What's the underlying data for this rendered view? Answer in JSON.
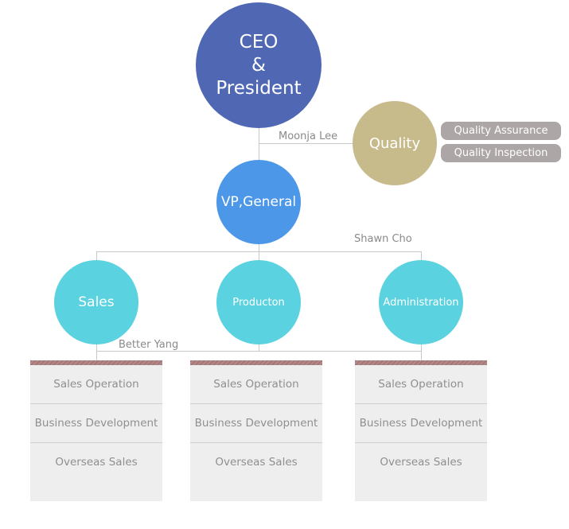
{
  "ceo": {
    "lines": [
      "CEO",
      "&",
      "President"
    ]
  },
  "ceo_name": "Moonja Lee",
  "quality": {
    "label": "Quality",
    "items": [
      "Quality Assurance",
      "Quality Inspection"
    ]
  },
  "vp": {
    "label": "VP,General",
    "name": "Shawn Cho"
  },
  "departments": [
    {
      "label": "Sales",
      "name": "Better Yang",
      "teams": [
        "Sales Operation",
        "Business Development",
        "Overseas Sales"
      ]
    },
    {
      "label": "Producton",
      "teams": [
        "Sales Operation",
        "Business Development",
        "Overseas Sales"
      ]
    },
    {
      "label": "Administration",
      "teams": [
        "Sales Operation",
        "Business Development",
        "Overseas Sales"
      ]
    }
  ],
  "colors": {
    "ceo": "#5068b4",
    "quality": "#c7bb8b",
    "vp": "#4d97e8",
    "dept": "#5bd2e0",
    "header": "#a67c7c"
  }
}
